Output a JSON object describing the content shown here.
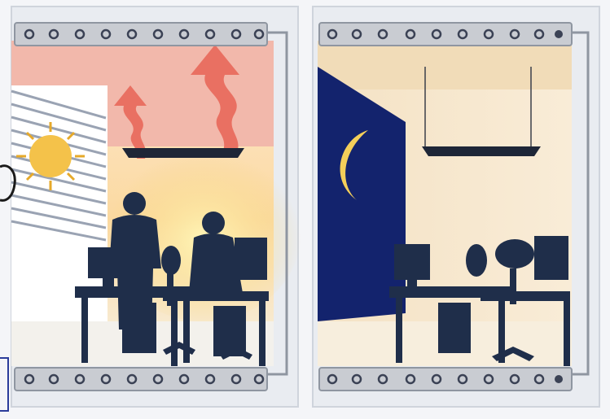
{
  "illustration": {
    "panels": [
      {
        "id": "day",
        "time_of_day": "day",
        "sky_icon": "sun-icon",
        "heat_arrows": 2,
        "occupants": 2
      },
      {
        "id": "night",
        "time_of_day": "night",
        "sky_icon": "moon-icon",
        "heat_arrows": 0,
        "occupants": 0
      }
    ],
    "colors": {
      "frame": "#dfe3ea",
      "pipe_rail": "#c9ccd2",
      "day_ceiling": "#f2b8ab",
      "day_window": "#fbe7b2",
      "night_ceiling": "#f1dcb8",
      "night_sky": "#13236d",
      "silhouette": "#1f2e4a",
      "heat_arrow": "#e8685a"
    }
  }
}
